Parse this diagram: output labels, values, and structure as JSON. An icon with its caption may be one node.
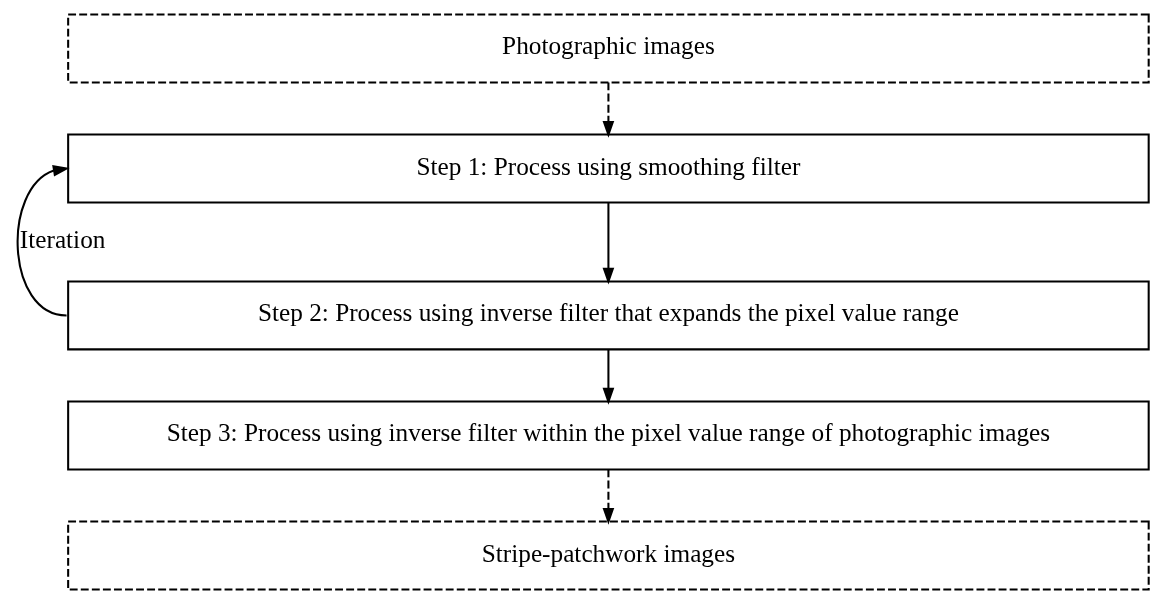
{
  "diagram": {
    "nodes": [
      {
        "text": [
          "Photographic images"
        ]
      },
      {
        "text": [
          "Step 1: Process using smoothing filter"
        ]
      },
      {
        "text": [
          "Step 2: Process using inverse filter that expands the pixel value range"
        ]
      },
      {
        "text": [
          "Step 3: Process using inverse filter within the pixel value range of photographic images"
        ]
      },
      {
        "text": [
          "Stripe-patchwork images"
        ]
      }
    ],
    "edges": [
      {
        "from": 0,
        "to": 1,
        "arrow": "to",
        "style": "dashed"
      },
      {
        "from": 1,
        "to": 2,
        "arrow": "to"
      },
      {
        "from": 2,
        "to": 3,
        "arrow": "to"
      },
      {
        "from": 3,
        "to": 4,
        "arrow": "to",
        "style": "dashed"
      },
      {
        "from": 2,
        "to": 1,
        "arrow": "to",
        "label": "Iteration"
      }
    ]
  }
}
